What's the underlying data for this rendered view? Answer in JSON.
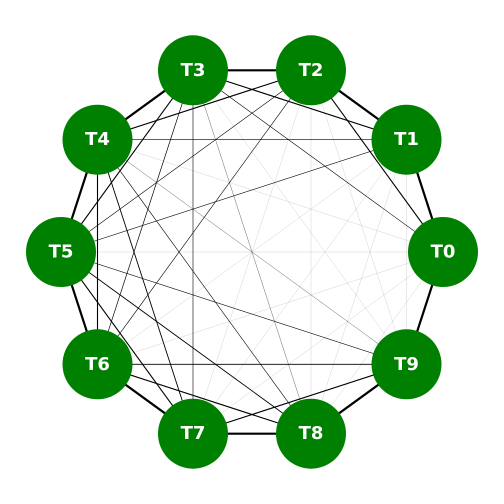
{
  "colors": {
    "node_fill": "#008000",
    "label": "#ffffff",
    "edge": "#000000"
  },
  "nodes": [
    "T0",
    "T1",
    "T2",
    "T3",
    "T4",
    "T5",
    "T6",
    "T7",
    "T8",
    "T9"
  ],
  "edges": [
    [
      0,
      1,
      2.2
    ],
    [
      1,
      2,
      2.2
    ],
    [
      2,
      3,
      2.2
    ],
    [
      3,
      4,
      2.2
    ],
    [
      4,
      5,
      2.2
    ],
    [
      5,
      6,
      2.2
    ],
    [
      6,
      7,
      2.2
    ],
    [
      7,
      8,
      2.2
    ],
    [
      8,
      9,
      2.2
    ],
    [
      9,
      0,
      2.2
    ],
    [
      0,
      2,
      1.1
    ],
    [
      1,
      3,
      1.1
    ],
    [
      2,
      4,
      1.1
    ],
    [
      3,
      5,
      1.1
    ],
    [
      4,
      6,
      1.1
    ],
    [
      5,
      7,
      1.1
    ],
    [
      6,
      8,
      1.1
    ],
    [
      7,
      9,
      1.1
    ],
    [
      8,
      0,
      0.2
    ],
    [
      9,
      1,
      0.2
    ],
    [
      0,
      3,
      0.6
    ],
    [
      1,
      4,
      0.7
    ],
    [
      2,
      5,
      0.6
    ],
    [
      3,
      6,
      0.7
    ],
    [
      4,
      7,
      0.9
    ],
    [
      5,
      8,
      0.9
    ],
    [
      6,
      9,
      0.8
    ],
    [
      7,
      0,
      0.2
    ],
    [
      8,
      1,
      0.2
    ],
    [
      9,
      2,
      0.2
    ],
    [
      0,
      4,
      0.2
    ],
    [
      1,
      5,
      0.6
    ],
    [
      2,
      6,
      0.6
    ],
    [
      3,
      7,
      0.6
    ],
    [
      4,
      8,
      0.6
    ],
    [
      5,
      9,
      0.6
    ],
    [
      6,
      0,
      0.2
    ],
    [
      7,
      1,
      0.2
    ],
    [
      8,
      2,
      0.2
    ],
    [
      9,
      3,
      0.2
    ],
    [
      0,
      5,
      0.2
    ],
    [
      1,
      6,
      0.2
    ],
    [
      2,
      7,
      0.2
    ],
    [
      3,
      8,
      0.3
    ],
    [
      4,
      9,
      0.3
    ]
  ]
}
